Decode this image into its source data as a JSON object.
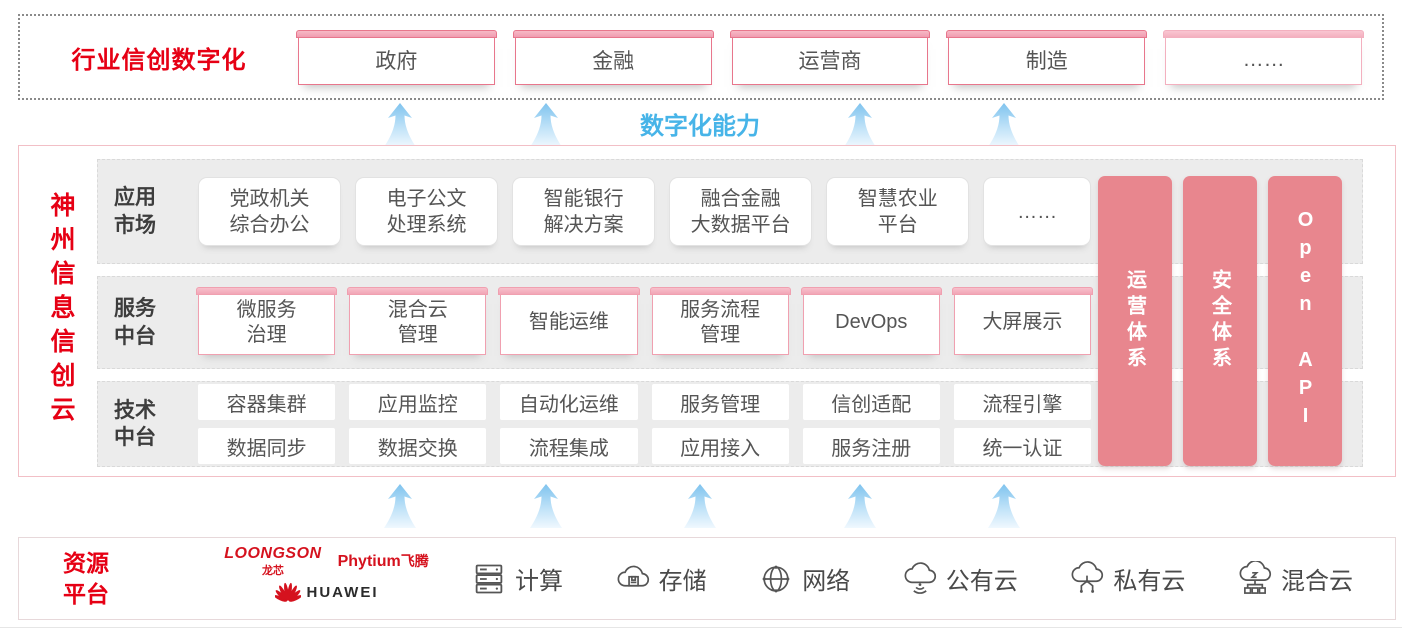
{
  "top_band": {
    "title": "行业信创数字化",
    "sectors": [
      "政府",
      "金融",
      "运营商",
      "制造",
      "……"
    ]
  },
  "capability": {
    "label": "数字化能力"
  },
  "platform": {
    "title": "神州信息信创云",
    "rows": [
      {
        "label": "应用\n市场",
        "items": [
          "党政机关\n综合办公",
          "电子公文\n处理系统",
          "智能银行\n解决方案",
          "融合金融\n大数据平台",
          "智慧农业\n平台",
          "……"
        ]
      },
      {
        "label": "服务\n中台",
        "items": [
          "微服务\n治理",
          "混合云\n管理",
          "智能运维",
          "服务流程\n管理",
          "DevOps",
          "大屏展示"
        ]
      },
      {
        "label": "技术\n中台",
        "top_items": [
          "容器集群",
          "应用监控",
          "自动化运维",
          "服务管理",
          "信创适配",
          "流程引擎"
        ],
        "bottom_items": [
          "数据同步",
          "数据交换",
          "流程集成",
          "应用接入",
          "服务注册",
          "统一认证"
        ]
      }
    ],
    "pillars": [
      "运营体系",
      "安全体系",
      "Open API"
    ]
  },
  "resources": {
    "label": "资源\n平台",
    "vendors": [
      {
        "name": "LOONGSON",
        "sub": "龙芯"
      },
      {
        "name": "Phytium",
        "sub": "飞腾"
      },
      {
        "name": "HUAWEI",
        "sub": ""
      }
    ],
    "items": [
      {
        "icon": "compute-icon",
        "label": "计算"
      },
      {
        "icon": "storage-icon",
        "label": "存储"
      },
      {
        "icon": "network-icon",
        "label": "网络"
      },
      {
        "icon": "public-cloud-icon",
        "label": "公有云"
      },
      {
        "icon": "private-cloud-icon",
        "label": "私有云"
      },
      {
        "icon": "hybrid-cloud-icon",
        "label": "混合云"
      }
    ]
  },
  "colors": {
    "brand_red": "#e60014",
    "capability_blue": "#47b4e8",
    "pillar_pink": "#e8868e",
    "arrow_blue": "#85c6ef"
  }
}
